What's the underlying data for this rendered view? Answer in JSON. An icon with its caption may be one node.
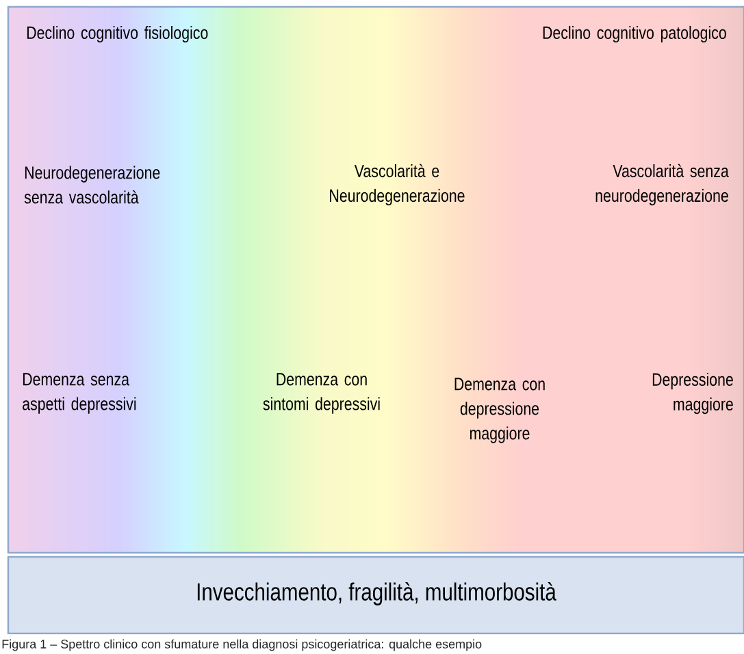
{
  "diagram": {
    "caption": "Figura 1 – Spettro clinico con sfumature nella diagnosi psicogeriatrica: qualche esempio",
    "nodes": [
      {
        "text": [],
        "shape": "band"
      },
      {
        "text": [
          "Invecchiamento, fragilità, multimorbosità"
        ]
      }
    ],
    "labels": [
      "Declino cognitivo fisiologico",
      "Declino cognitivo patologico",
      "Neurodegenerazione senza vascolarità",
      "Vascolarità e Neurodegenerazione",
      "Vascolarità senza neurodegenerazione",
      "Demenza senza aspetti depressivi",
      "Demenza con sintomi depressivi",
      "Demenza con depressione maggiore",
      "Depressione maggiore"
    ]
  }
}
